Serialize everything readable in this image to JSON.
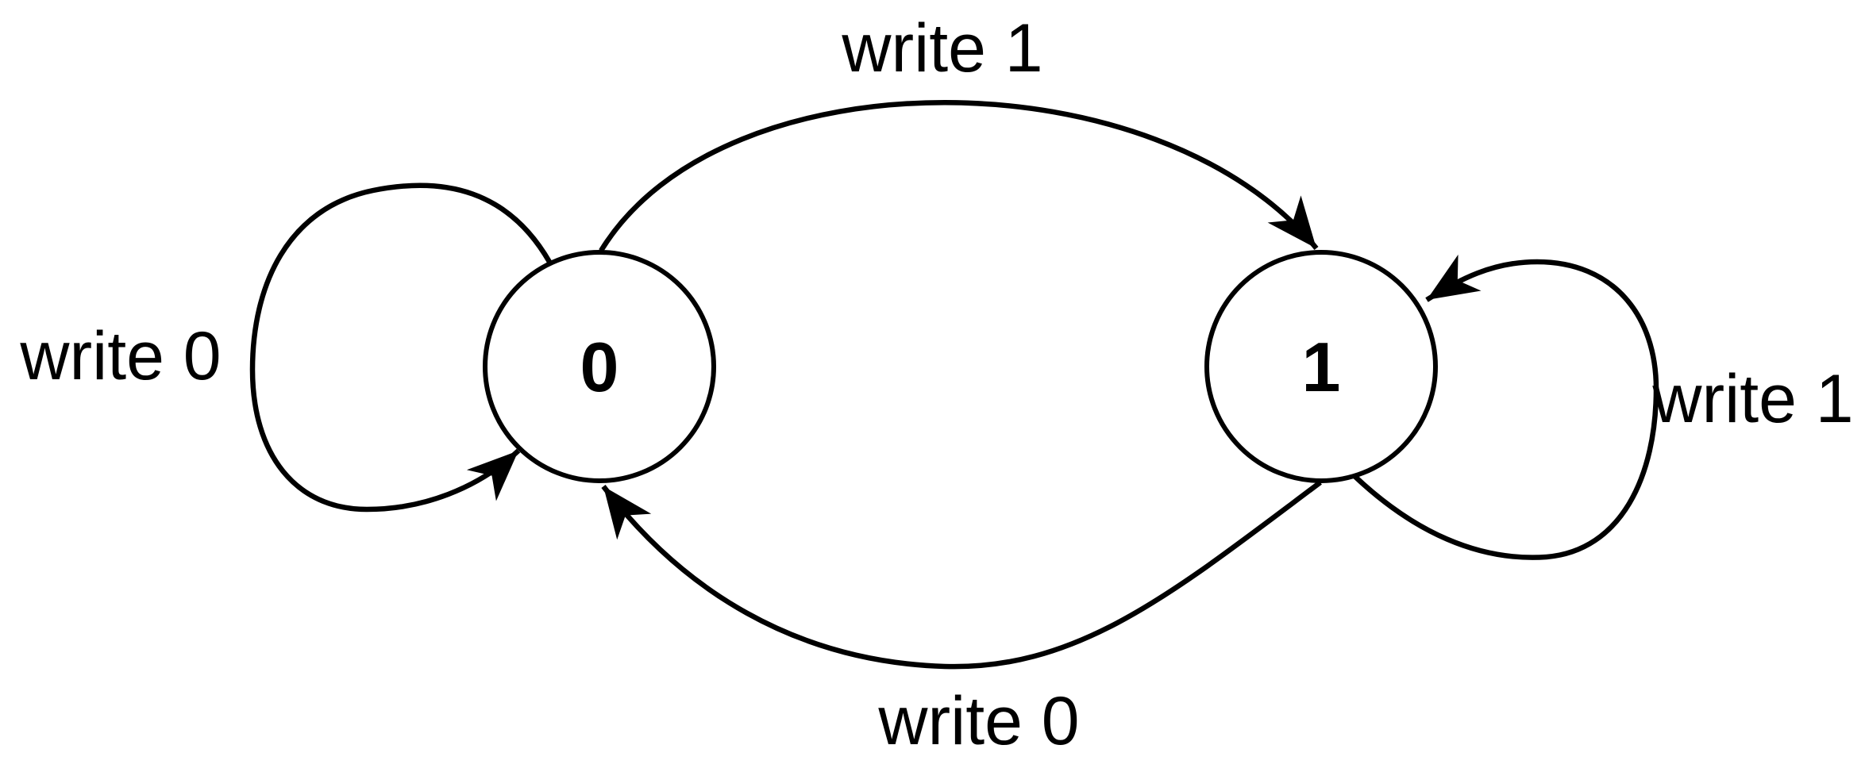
{
  "diagram": {
    "kind": "state-machine",
    "background": "#ffffff",
    "stroke_color": "#000000",
    "text_color": "#000000",
    "states": [
      {
        "id": "0",
        "label": "0"
      },
      {
        "id": "1",
        "label": "1"
      }
    ],
    "transitions": [
      {
        "from": "0",
        "to": "1",
        "label": "write 1",
        "path": "top-arc"
      },
      {
        "from": "1",
        "to": "0",
        "label": "write 0",
        "path": "bottom-arc"
      },
      {
        "from": "0",
        "to": "0",
        "label": "write 0",
        "path": "left-self-loop"
      },
      {
        "from": "1",
        "to": "1",
        "label": "write 1",
        "path": "right-self-loop"
      }
    ]
  }
}
